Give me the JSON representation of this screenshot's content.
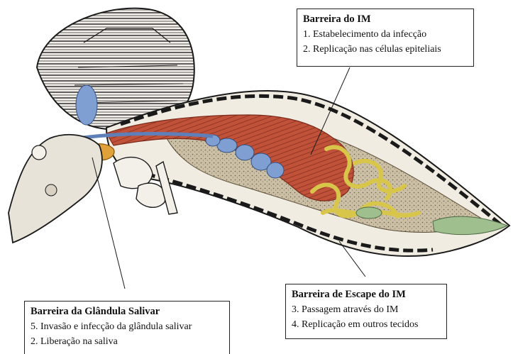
{
  "figure": {
    "colors": {
      "muscle": "#c0523a",
      "midgut_epithelium": "#c9b996",
      "ovary_yellow": "#d8c64a",
      "salivary_gland": "#c8891e",
      "ganglia_blue": "#7f9fd2",
      "tissue_green": "#9fbf8f",
      "outline": "#1a1a1a"
    }
  },
  "boxes": {
    "im": {
      "title": "Barreira do IM",
      "lines": [
        "1. Estabelecimento da infecção",
        "2. Replicação nas células epiteliais"
      ]
    },
    "escape": {
      "title": "Barreira de Escape do IM",
      "lines": [
        "3. Passagem através do IM",
        "4. Replicação em outros tecidos"
      ]
    },
    "salivar": {
      "title": "Barreira da Glândula Salivar",
      "lines": [
        "5. Invasão e infecção da glândula salivar",
        "2. Liberação na saliva"
      ]
    }
  }
}
